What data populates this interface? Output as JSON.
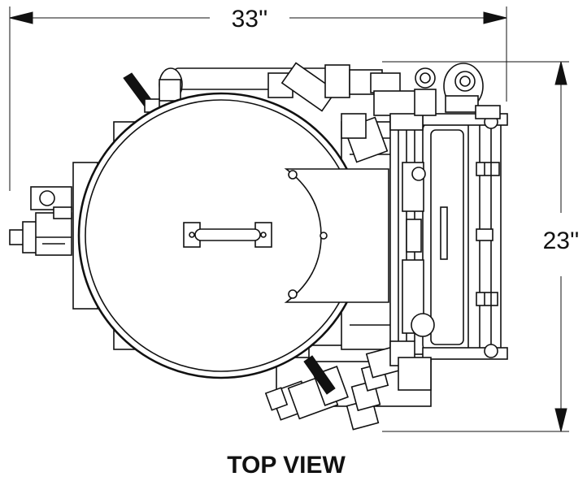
{
  "dimensions": {
    "width_label": "33''",
    "height_label": "23''"
  },
  "caption": "TOP VIEW",
  "colors": {
    "line": "#111111",
    "background": "#ffffff"
  }
}
